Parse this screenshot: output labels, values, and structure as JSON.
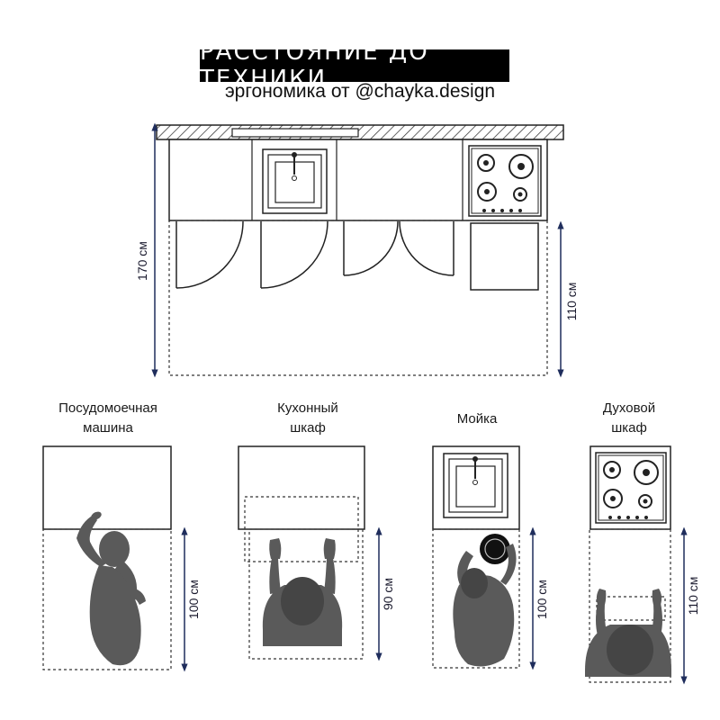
{
  "header": {
    "title": "РАССТОЯНИЕ ДО ТЕХНИКИ",
    "subtitle": "эргономика от @chayka.design"
  },
  "plan": {
    "dim_total": "170 см",
    "dim_clearance": "110 см"
  },
  "appliances": [
    {
      "line1": "Посудомоечная",
      "line2": "машина",
      "clearance": "100 см"
    },
    {
      "line1": "Кухонный",
      "line2": "шкаф",
      "clearance": "90 см"
    },
    {
      "line1": "Мойка",
      "line2": "",
      "clearance": "100 см"
    },
    {
      "line1": "Духовой",
      "line2": "шкаф",
      "clearance": "110 см"
    }
  ],
  "colors": {
    "line": "#222222",
    "dimension": "#1f2d5c",
    "person": "#595959",
    "background": "#ffffff"
  }
}
